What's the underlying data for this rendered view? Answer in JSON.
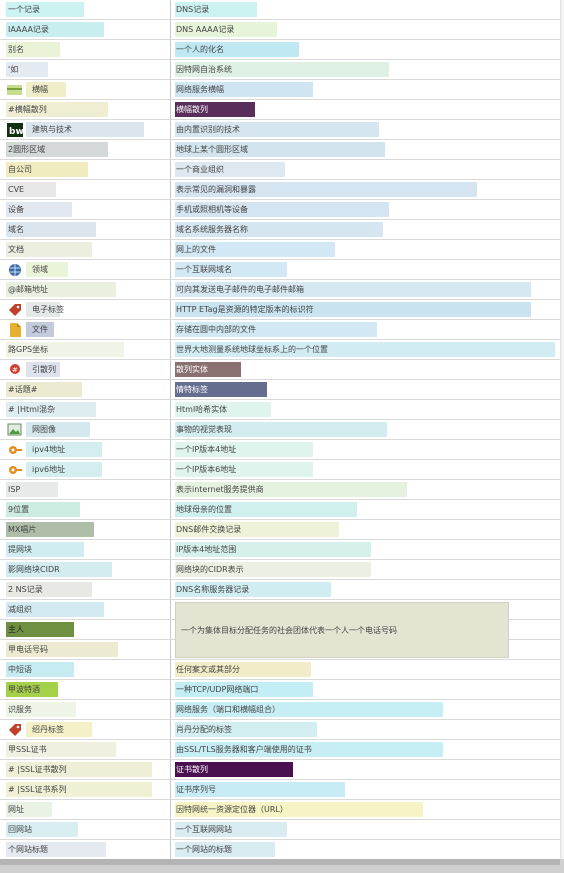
{
  "rows": [
    {
      "label": "一个记录",
      "value": "DNS记录",
      "c1": "#ccf2f2",
      "w1": 78,
      "c2": "#ccf2f2",
      "w2": 82
    },
    {
      "label": "IAAAA记录",
      "value": "DNS AAAA记录",
      "c1": "#c9eef0",
      "w1": 98,
      "c2": "#e6f4d9",
      "w2": 102
    },
    {
      "label": "别名",
      "value": "一个人的化名",
      "c1": "#eaf3d8",
      "w1": 54,
      "c2": "#bfe8f2",
      "w2": 124
    },
    {
      "label": "'如",
      "value": "因特网自治系统",
      "c1": "#e4eaf2",
      "w1": 42,
      "c2": "#dff0e4",
      "w2": 214
    },
    {
      "label": "横幅",
      "value": "网络服务横幅",
      "c1": "#f0eec8",
      "w1": 40,
      "c2": "#cfe6f2",
      "w2": 138,
      "icon": "banner-icon"
    },
    {
      "label": "#横幅散列",
      "value": "横幅散列",
      "c1": "#f0eed2",
      "w1": 102,
      "c2": "#5a2e5a",
      "w2": 80,
      "dark2": true
    },
    {
      "label": "建筑与技术",
      "value": "由内置识别的技术",
      "c1": "#dbe5ee",
      "w1": 118,
      "c2": "#d6e6f0",
      "w2": 204,
      "icon": "builtwith-icon"
    },
    {
      "label": "2圆形区域",
      "value": "地球上某个圆形区域",
      "c1": "#d4d8d8",
      "w1": 102,
      "c2": "#d2e4ee",
      "w2": 210
    },
    {
      "label": "自公司",
      "value": "一个商业组织",
      "c1": "#f0ecc0",
      "w1": 82,
      "c2": "#dde8f0",
      "w2": 110
    },
    {
      "label": "CVE",
      "value": "表示常见的漏洞和暴露",
      "c1": "#e8e8e8",
      "w1": 50,
      "c2": "#d4e4f0",
      "w2": 302
    },
    {
      "label": "设备",
      "value": "手机或照相机等设备",
      "c1": "#e2e8f0",
      "w1": 66,
      "c2": "#d4e4f0",
      "w2": 214
    },
    {
      "label": "域名",
      "value": "域名系统服务器名称",
      "c1": "#dbe5ee",
      "w1": 90,
      "c2": "#d6e6f0",
      "w2": 208
    },
    {
      "label": "文档",
      "value": "网上的文件",
      "c1": "#eceedf",
      "w1": 86,
      "c2": "#d2e8f4",
      "w2": 160
    },
    {
      "label": "领域",
      "value": "一个互联网域名",
      "c1": "#eaf4d8",
      "w1": 42,
      "c2": "#d2e8f4",
      "w2": 112,
      "icon": "globe-icon"
    },
    {
      "label": "@邮箱地址",
      "value": "可向其发送电子邮件的电子邮件邮箱",
      "c1": "#eaf0e0",
      "w1": 110,
      "c2": "#d6e8f2",
      "w2": 356
    },
    {
      "label": "电子标签",
      "value": "HTTP ETag是资源的特定版本的标识符",
      "c1": "#e4e8e8",
      "w1": 34,
      "c2": "#c9e4f0",
      "w2": 356,
      "icon": "tag-icon"
    },
    {
      "label": "文件",
      "value": "存储在圆中内部的文件",
      "c1": "#c2cadc",
      "w1": 28,
      "c2": "#d2e8f2",
      "w2": 202,
      "icon": "file-icon"
    },
    {
      "label": "路GPS坐标",
      "value": "世界大地测量系统地球坐标系上的一个位置",
      "c1": "#f0f4e6",
      "w1": 118,
      "c2": "#d2ecf4",
      "w2": 380
    },
    {
      "label": "引散列",
      "value": "散列实体",
      "c1": "#dde2ec",
      "w1": 34,
      "c2": "#8a7070",
      "w2": 66,
      "dark2": true,
      "icon": "hash-pin-icon"
    },
    {
      "label": "#话题#",
      "value": "情特标签",
      "c1": "#ecebd2",
      "w1": 76,
      "c2": "#666e90",
      "w2": 92,
      "dark2": true
    },
    {
      "label": "# |Html混杂",
      "value": "Html哈希实体",
      "c1": "#deeef0",
      "w1": 90,
      "c2": "#dff4ec",
      "w2": 96
    },
    {
      "label": "网图像",
      "value": "事物的视觉表现",
      "c1": "#d4e8ee",
      "w1": 64,
      "c2": "#d2ecf0",
      "w2": 212,
      "icon": "image-icon"
    },
    {
      "label": "ipv4地址",
      "value": "一个IP版本4地址",
      "c1": "#d4eef0",
      "w1": 76,
      "c2": "#dff4ec",
      "w2": 138,
      "icon": "ip-icon"
    },
    {
      "label": "ipv6地址",
      "value": "一个IP版本6地址",
      "c1": "#d4eef0",
      "w1": 76,
      "c2": "#dff4ec",
      "w2": 138,
      "icon": "ip-icon"
    },
    {
      "label": "ISP",
      "value": "表示internet服务提供商",
      "c1": "#e8eaea",
      "w1": 52,
      "c2": "#e6f2e0",
      "w2": 232
    },
    {
      "label": "9位置",
      "value": "地球母亲的位置",
      "c1": "#ccece2",
      "w1": 74,
      "c2": "#d0f0ee",
      "w2": 182
    },
    {
      "label": "MX唱片",
      "value": "DNS邮件交换记录",
      "c1": "#aebea8",
      "w1": 88,
      "c2": "#eef2d8",
      "w2": 164
    },
    {
      "label": "提网块",
      "value": "IP版本4地址范围",
      "c1": "#d0eef2",
      "w1": 78,
      "c2": "#d6f0ec",
      "w2": 196
    },
    {
      "label": "影网络块CIDR",
      "value": "网络块的CIDR表示",
      "c1": "#d2ecf0",
      "w1": 106,
      "c2": "#ecf0e2",
      "w2": 196
    },
    {
      "label": "2 NS记录",
      "value": "DNS名称服务器记录",
      "c1": "#e8e8e4",
      "w1": 86,
      "c2": "#d0eef2",
      "w2": 156
    },
    {
      "label": "减组织",
      "value": "",
      "c1": "#d4eaf2",
      "w1": 98
    },
    {
      "label": "主人",
      "value": "",
      "c1": "#6e9040",
      "w1": 68,
      "dark1": true
    },
    {
      "label": "甲电话号码",
      "value": "",
      "c1": "#ecebd2",
      "w1": 112
    },
    {
      "label": "中短语",
      "value": "任何案文或其部分",
      "c1": "#c6ecf2",
      "w1": 68,
      "c2": "#f2ecc8",
      "w2": 136
    },
    {
      "label": "甲波特酒",
      "value": "一种TCP/UDP网络端口",
      "c1": "#a4d04a",
      "w1": 52,
      "c2": "#c4eef6",
      "w2": 138
    },
    {
      "label": "识服务",
      "value": "网络服务（端口和横幅组合）",
      "c1": "#eef4e6",
      "w1": 70,
      "c2": "#c6eef4",
      "w2": 268
    },
    {
      "label": "绍丹标签",
      "value": "肖丹分配的标签",
      "c1": "#f4f0c8",
      "w1": 66,
      "c2": "#d2eef0",
      "w2": 142,
      "icon": "tag-icon"
    },
    {
      "label": "甲SSL证书",
      "value": "由SSL/TLS服务器和客户端使用的证书",
      "c1": "#f0f0e0",
      "w1": 110,
      "c2": "#c6eef4",
      "w2": 268
    },
    {
      "label": "# |SSL证书散列",
      "value": "证书散列",
      "c1": "#eeefd6",
      "w1": 146,
      "c2": "#4a1050",
      "w2": 118,
      "dark2": true
    },
    {
      "label": "# |SSL证书系列",
      "value": "证书序列号",
      "c1": "#f0f0d4",
      "w1": 146,
      "c2": "#c8ecf6",
      "w2": 170
    },
    {
      "label": "网址",
      "value": "因特网统一资源定位器（URL）",
      "c1": "#eaf2e6",
      "w1": 46,
      "c2": "#f6f4c4",
      "w2": 248
    },
    {
      "label": "回网站",
      "value": "一个互联网网站",
      "c1": "#d8eef0",
      "w1": 72,
      "c2": "#d8ecf2",
      "w2": 112
    },
    {
      "label": "个网站标题",
      "value": "一个网站的标题",
      "c1": "#e4eaf0",
      "w1": 100,
      "c2": "#d8ecf2",
      "w2": 100
    }
  ],
  "merged": {
    "text": "一个为集体目标分配任务的社会团体代表一个人一个电话号码",
    "color": "#e4e4d2"
  }
}
